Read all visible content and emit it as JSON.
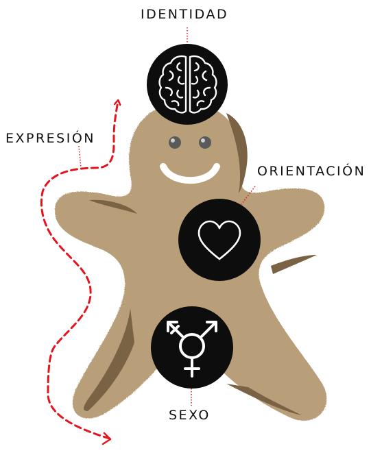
{
  "labels": {
    "identity": "IDENTIDAD",
    "expression": "EXPRESIÓN",
    "orientation": "ORIENTACIÓN",
    "sex": "SEXO"
  },
  "icons": {
    "identity": "brain-icon",
    "orientation": "heart-icon",
    "sex": "transgender-symbol-icon"
  },
  "colors": {
    "body": "#b89f7a",
    "body_shadow": "#7a6244",
    "body_edge": "#a08a66",
    "circle": "#0d0d0d",
    "icon_stroke": "#ffffff",
    "arrow": "#e4141e",
    "connector": "#e4141e",
    "eyes": "#5a5a5a"
  }
}
